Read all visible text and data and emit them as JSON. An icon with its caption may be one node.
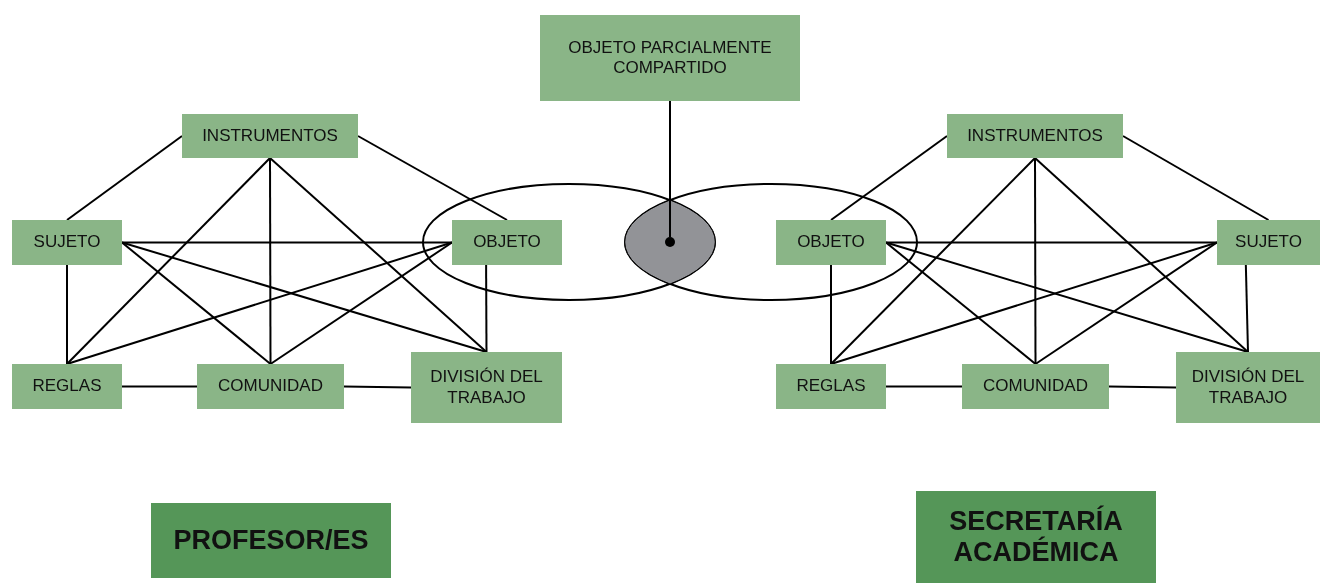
{
  "diagram": {
    "nodes": [
      {
        "text": [
          "OBJETO PARCIALMENTE COMPARTIDO"
        ]
      },
      {
        "text": [
          "INSTRUMENTOS"
        ]
      },
      {
        "text": [
          "SUJETO"
        ]
      },
      {
        "text": [
          "OBJETO"
        ]
      },
      {
        "text": [
          "REGLAS"
        ]
      },
      {
        "text": [
          "COMUNIDAD"
        ]
      },
      {
        "text": [
          "DIVISIÓN DEL TRABAJO"
        ]
      },
      {
        "text": [
          "INSTRUMENTOS"
        ]
      },
      {
        "text": [
          "OBJETO"
        ]
      },
      {
        "text": [
          "SUJETO"
        ]
      },
      {
        "text": [
          "REGLAS"
        ]
      },
      {
        "text": [
          "COMUNIDAD"
        ]
      },
      {
        "text": [
          "DIVISIÓN DEL TRABAJO"
        ]
      },
      {
        "text": [
          "PROFESOR/ES"
        ]
      },
      {
        "text": [
          "SECRETARÍA ACADÉMICA"
        ]
      },
      {
        "text": [],
        "shape": "circle"
      }
    ],
    "edges": [
      {
        "from": 1,
        "to": 2,
        "arrow": "none"
      },
      {
        "from": 1,
        "to": 3,
        "arrow": "none"
      },
      {
        "from": 1,
        "to": 4,
        "arrow": "none"
      },
      {
        "from": 1,
        "to": 5,
        "arrow": "none"
      },
      {
        "from": 1,
        "to": 6,
        "arrow": "none"
      },
      {
        "from": 2,
        "to": 3,
        "arrow": "none"
      },
      {
        "from": 2,
        "to": 5,
        "arrow": "none"
      },
      {
        "from": 2,
        "to": 6,
        "arrow": "none"
      },
      {
        "from": 2,
        "to": 4,
        "arrow": "none"
      },
      {
        "from": 3,
        "to": 4,
        "arrow": "none"
      },
      {
        "from": 3,
        "to": 5,
        "arrow": "none"
      },
      {
        "from": 3,
        "to": 6,
        "arrow": "none"
      },
      {
        "from": 4,
        "to": 5,
        "arrow": "none"
      },
      {
        "from": 5,
        "to": 6,
        "arrow": "none"
      },
      {
        "from": 7,
        "to": 8,
        "arrow": "none"
      },
      {
        "from": 7,
        "to": 9,
        "arrow": "none"
      },
      {
        "from": 7,
        "to": 10,
        "arrow": "none"
      },
      {
        "from": 7,
        "to": 11,
        "arrow": "none"
      },
      {
        "from": 7,
        "to": 12,
        "arrow": "none"
      },
      {
        "from": 8,
        "to": 9,
        "arrow": "none"
      },
      {
        "from": 8,
        "to": 11,
        "arrow": "none"
      },
      {
        "from": 8,
        "to": 12,
        "arrow": "none"
      },
      {
        "from": 8,
        "to": 10,
        "arrow": "none"
      },
      {
        "from": 9,
        "to": 10,
        "arrow": "none"
      },
      {
        "from": 9,
        "to": 11,
        "arrow": "none"
      },
      {
        "from": 9,
        "to": 12,
        "arrow": "none"
      },
      {
        "from": 10,
        "to": 11,
        "arrow": "none"
      },
      {
        "from": 11,
        "to": 12,
        "arrow": "none"
      },
      {
        "from": 0,
        "to": 15,
        "arrow": "none"
      }
    ]
  }
}
